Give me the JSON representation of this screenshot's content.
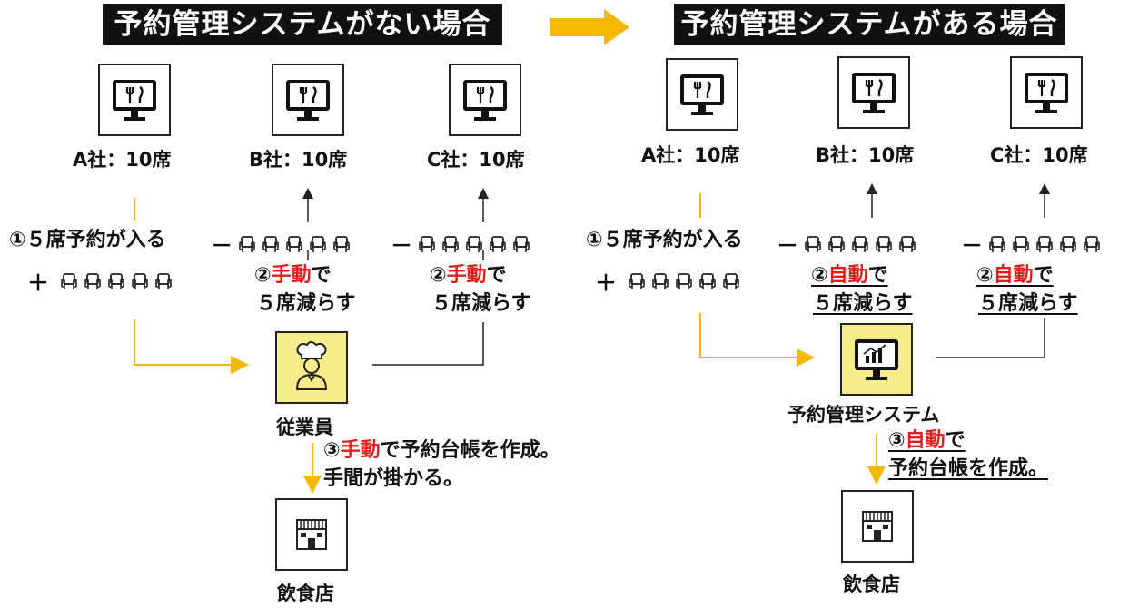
{
  "colors": {
    "accent": "#f5b800",
    "manual_red": "#e0201e",
    "title_bg": "#111111"
  },
  "left": {
    "title": "予約管理システムがない場合",
    "companies": [
      "A社：10席",
      "B社：10席",
      "C社：10席"
    ],
    "step1": "①５席予約が入る",
    "plus": "＋",
    "minus": "－",
    "step2_num": "②",
    "step2_red": "手動",
    "step2_suffix": "で",
    "step2_line2": "５席減らす",
    "staff": "従業員",
    "step3_num": "③",
    "step3_red": "手動",
    "step3_rest": "で予約台帳を作成。",
    "step3_line2": "手間が掛かる。",
    "restaurant": "飲食店"
  },
  "right": {
    "title": "予約管理システムがある場合",
    "companies": [
      "A社：10席",
      "B社：10席",
      "C社：10席"
    ],
    "step1": "①５席予約が入る",
    "plus": "＋",
    "minus": "－",
    "step2_num": "②",
    "step2_red": "自動",
    "step2_suffix": "で",
    "step2_line2": "５席減らす",
    "system": "予約管理システム",
    "step3_num": "③",
    "step3_red": "自動",
    "step3_suffix": "で",
    "step3_line2": "予約台帳を作成。",
    "restaurant": "飲食店"
  },
  "icons": {
    "company": "monitor-restaurant-icon",
    "seat": "chair-icon",
    "staff": "chef-icon",
    "system": "monitor-chart-icon",
    "restaurant": "shop-icon",
    "transition": "arrow-right-icon"
  }
}
